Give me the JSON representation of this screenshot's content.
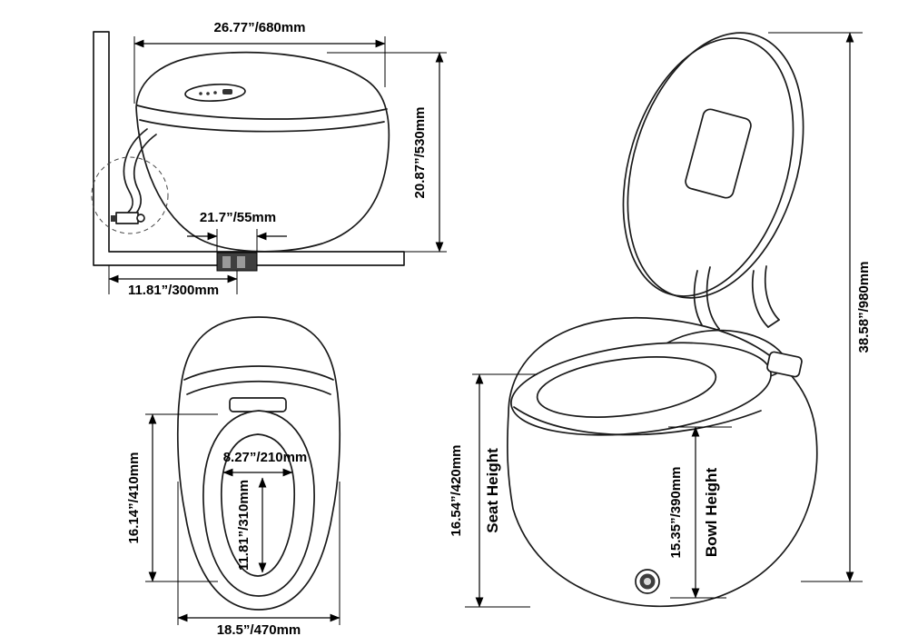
{
  "side_view": {
    "width": "26.77”/680mm",
    "height": "20.87”/530mm",
    "drain_width": "21.7”/55mm",
    "rough_in": "11.81”/300mm"
  },
  "top_view": {
    "seat_length": "16.14”/410mm",
    "bowl_width": "8.27”/210mm",
    "bowl_length": "11.81”/310mm",
    "base_width": "18.5”/470mm"
  },
  "perspective_view": {
    "total_height": "38.58”/980mm",
    "seat_height": "16.54”/420mm",
    "seat_height_label": "Seat Height",
    "bowl_height": "15.35”/390mm",
    "bowl_height_label": "Bowl Height"
  }
}
